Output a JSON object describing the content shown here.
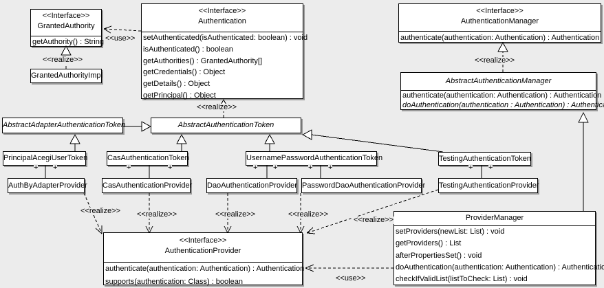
{
  "stereotypes": {
    "interface": "<<Interface>>"
  },
  "labels": {
    "realize": "<<realize>>",
    "use": "<<use>>",
    "plus": "+"
  },
  "classes": {
    "granted_authority": {
      "stereotype": "<<Interface>>",
      "name": "GrantedAuthority",
      "methods": [
        "getAuthority() : String"
      ]
    },
    "granted_authority_impl": {
      "name": "GrantedAuthorityImpl"
    },
    "authentication": {
      "stereotype": "<<Interface>>",
      "name": "Authentication",
      "methods": [
        "setAuthenticated(isAuthenticated: boolean) : void",
        "isAuthenticated() : boolean",
        "getAuthorities() : GrantedAuthority[]",
        "getCredentials() : Object",
        "getDetails() : Object",
        "getPrincipal() : Object"
      ]
    },
    "authentication_manager": {
      "stereotype": "<<Interface>>",
      "name": "AuthenticationManager",
      "methods": [
        "authenticate(authentication: Authentication) : Authentication"
      ]
    },
    "abstract_authentication_manager": {
      "name": "AbstractAuthenticationManager",
      "methods": [
        "authenticate(authentication: Authentication) : Authentication",
        "doAuthentication(authentication : Authentication) : Authentication"
      ]
    },
    "abstract_adapter_authentication_token": {
      "name": "AbstractAdapterAuthenticationToken"
    },
    "abstract_authentication_token": {
      "name": "AbstractAuthenticationToken"
    },
    "principal_acegi_user_token": {
      "name": "PrincipalAcegiUserToken"
    },
    "cas_authentication_token": {
      "name": "CasAuthenticationToken"
    },
    "username_password_authentication_token": {
      "name": "UsernamePasswordAuthenticationToken"
    },
    "testing_authentication_token": {
      "name": "TestingAuthenticationToken"
    },
    "auth_by_adapter_provider": {
      "name": "AuthByAdapterProvider"
    },
    "cas_authentication_provider": {
      "name": "CasAuthenticationProvider"
    },
    "dao_authentication_provider": {
      "name": "DaoAuthenticationProvider"
    },
    "password_dao_authentication_provider": {
      "name": "PasswordDaoAuthenticationProvider"
    },
    "testing_authentication_provider": {
      "name": "TestingAuthenticationProvider"
    },
    "authentication_provider": {
      "stereotype": "<<Interface>>",
      "name": "AuthenticationProvider",
      "methods": [
        "authenticate(authentication: Authentication) : Authentication",
        "supports(authentication: Class) : boolean"
      ]
    },
    "provider_manager": {
      "name": "ProviderManager",
      "methods": [
        "setProviders(newList: List) : void",
        "getProviders() : List",
        "afterPropertiesSet() : void",
        "doAuthentication(authentication: Authentication) : Authentication",
        "checkIfValidList(listToCheck: List) : void"
      ]
    }
  },
  "relationships": [
    {
      "from": "Authentication",
      "to": "GrantedAuthority",
      "type": "dependency",
      "label": "<<use>>"
    },
    {
      "from": "GrantedAuthorityImpl",
      "to": "GrantedAuthority",
      "type": "realization",
      "label": "<<realize>>"
    },
    {
      "from": "AbstractAuthenticationToken",
      "to": "Authentication",
      "type": "realization",
      "label": "<<realize>>"
    },
    {
      "from": "AbstractAuthenticationManager",
      "to": "AuthenticationManager",
      "type": "realization",
      "label": "<<realize>>"
    },
    {
      "from": "AbstractAdapterAuthenticationToken",
      "to": "AbstractAuthenticationToken",
      "type": "generalization"
    },
    {
      "from": "PrincipalAcegiUserToken",
      "to": "AbstractAdapterAuthenticationToken",
      "type": "generalization"
    },
    {
      "from": "CasAuthenticationToken",
      "to": "AbstractAuthenticationToken",
      "type": "generalization"
    },
    {
      "from": "UsernamePasswordAuthenticationToken",
      "to": "AbstractAuthenticationToken",
      "type": "generalization"
    },
    {
      "from": "TestingAuthenticationToken",
      "to": "AbstractAuthenticationToken",
      "type": "generalization"
    },
    {
      "from": "ProviderManager",
      "to": "AbstractAuthenticationManager",
      "type": "generalization"
    },
    {
      "from": "PrincipalAcegiUserToken",
      "to": "AuthByAdapterProvider",
      "type": "association",
      "end_labels": [
        "+",
        "+"
      ]
    },
    {
      "from": "CasAuthenticationToken",
      "to": "CasAuthenticationProvider",
      "type": "association",
      "end_labels": [
        "+",
        "+"
      ]
    },
    {
      "from": "UsernamePasswordAuthenticationToken",
      "to": "DaoAuthenticationProvider",
      "type": "association",
      "end_labels": [
        "+",
        "+"
      ]
    },
    {
      "from": "UsernamePasswordAuthenticationToken",
      "to": "PasswordDaoAuthenticationProvider",
      "type": "association",
      "end_labels": [
        "+",
        "+"
      ]
    },
    {
      "from": "TestingAuthenticationToken",
      "to": "TestingAuthenticationProvider",
      "type": "association",
      "end_labels": [
        "+",
        "+"
      ]
    },
    {
      "from": "AuthByAdapterProvider",
      "to": "AuthenticationProvider",
      "type": "realization",
      "label": "<<realize>>"
    },
    {
      "from": "CasAuthenticationProvider",
      "to": "AuthenticationProvider",
      "type": "realization",
      "label": "<<realize>>"
    },
    {
      "from": "DaoAuthenticationProvider",
      "to": "AuthenticationProvider",
      "type": "realization",
      "label": "<<realize>>"
    },
    {
      "from": "PasswordDaoAuthenticationProvider",
      "to": "AuthenticationProvider",
      "type": "realization",
      "label": "<<realize>>"
    },
    {
      "from": "TestingAuthenticationProvider",
      "to": "AuthenticationProvider",
      "type": "realization",
      "label": "<<realize>>"
    },
    {
      "from": "ProviderManager",
      "to": "AuthenticationProvider",
      "type": "dependency",
      "label": "<<use>>"
    }
  ]
}
